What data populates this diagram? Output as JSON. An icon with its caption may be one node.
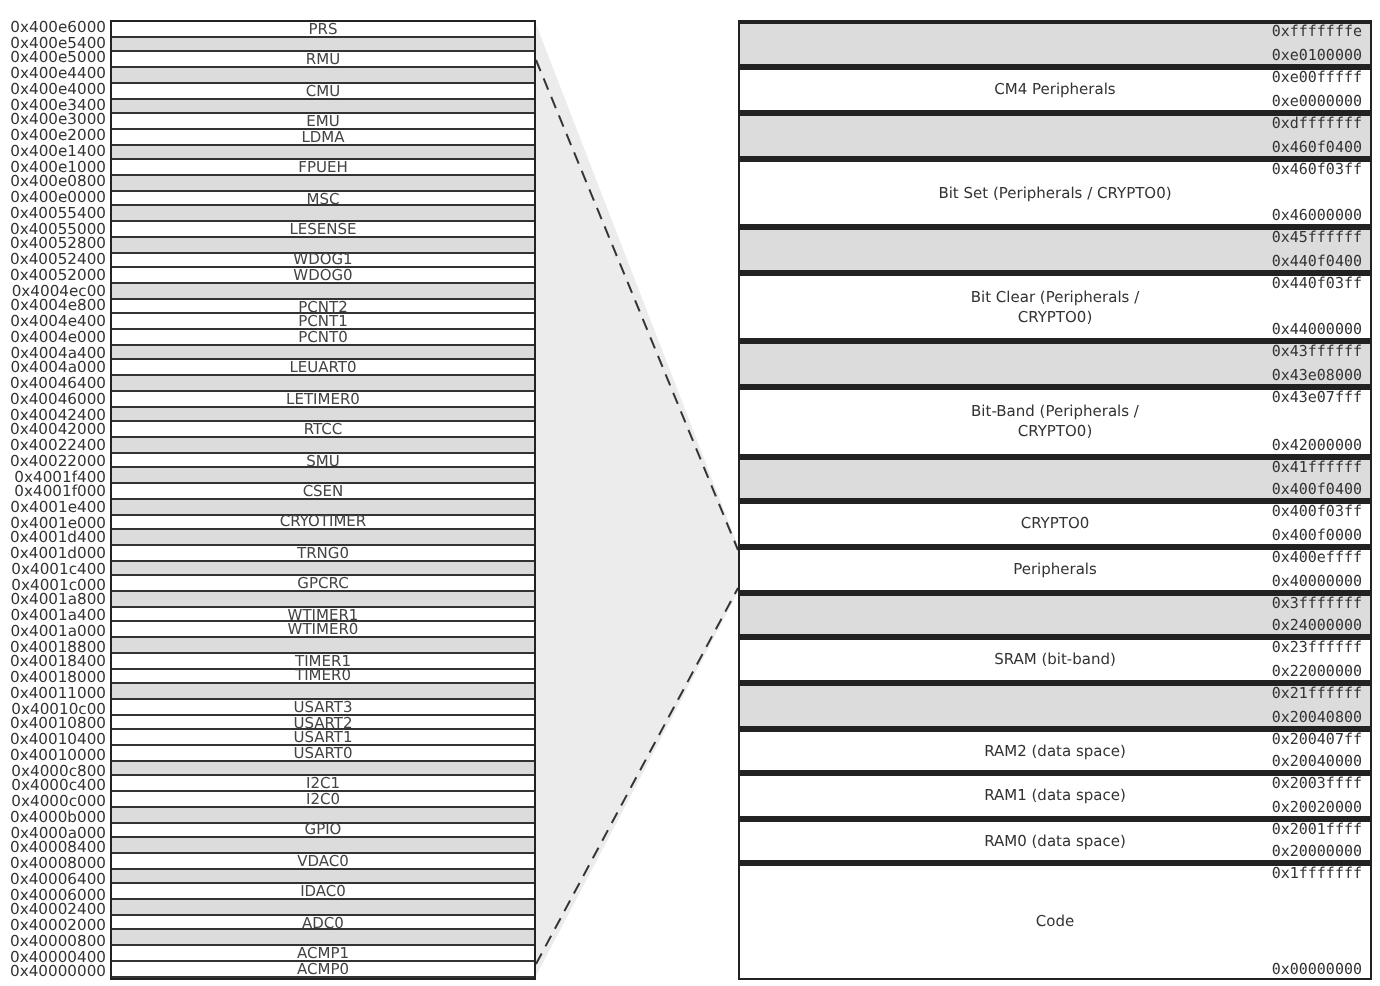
{
  "diagram": {
    "nodes": [
      {
        "text": [],
        "shape": "box"
      },
      {
        "text": [
          "PRS"
        ],
        "in": 0,
        "beside": [
          "0x400e6000"
        ]
      },
      {
        "text": [],
        "shape": "box",
        "in": 0,
        "beside": [
          "0x400e5400"
        ]
      },
      {
        "text": [
          "RMU"
        ],
        "in": 0,
        "beside": [
          "0x400e5000"
        ]
      },
      {
        "text": [],
        "shape": "box",
        "in": 0,
        "beside": [
          "0x400e4400"
        ]
      },
      {
        "text": [
          "CMU"
        ],
        "in": 0,
        "beside": [
          "0x400e4000"
        ]
      },
      {
        "text": [],
        "shape": "box",
        "in": 0,
        "beside": [
          "0x400e3400"
        ]
      },
      {
        "text": [
          "EMU"
        ],
        "in": 0,
        "beside": [
          "0x400e3000"
        ]
      },
      {
        "text": [
          "LDMA"
        ],
        "in": 0,
        "beside": [
          "0x400e2000"
        ]
      },
      {
        "text": [],
        "shape": "box",
        "in": 0,
        "beside": [
          "0x400e1400"
        ]
      },
      {
        "text": [
          "FPUEH"
        ],
        "in": 0,
        "beside": [
          "0x400e1000"
        ]
      },
      {
        "text": [],
        "shape": "box",
        "in": 0,
        "beside": [
          "0x400e0800"
        ]
      },
      {
        "text": [
          "MSC"
        ],
        "in": 0,
        "beside": [
          "0x400e0000"
        ]
      },
      {
        "text": [],
        "shape": "box",
        "in": 0,
        "beside": [
          "0x40055400"
        ]
      },
      {
        "text": [
          "LESENSE"
        ],
        "in": 0,
        "beside": [
          "0x40055000"
        ]
      },
      {
        "text": [],
        "shape": "box",
        "in": 0,
        "beside": [
          "0x40052800"
        ]
      },
      {
        "text": [
          "WDOG1"
        ],
        "in": 0,
        "beside": [
          "0x40052400"
        ]
      },
      {
        "text": [
          "WDOG0"
        ],
        "in": 0,
        "beside": [
          "0x40052000"
        ]
      },
      {
        "text": [],
        "shape": "box",
        "in": 0,
        "beside": [
          "0x4004ec00"
        ]
      },
      {
        "text": [
          "PCNT2"
        ],
        "in": 0,
        "beside": [
          "0x4004e800"
        ]
      },
      {
        "text": [
          "PCNT1"
        ],
        "in": 0,
        "beside": [
          "0x4004e400"
        ]
      },
      {
        "text": [
          "PCNT0"
        ],
        "in": 0,
        "beside": [
          "0x4004e000"
        ]
      },
      {
        "text": [],
        "shape": "box",
        "in": 0,
        "beside": [
          "0x4004a400"
        ]
      },
      {
        "text": [
          "LEUART0"
        ],
        "in": 0,
        "beside": [
          "0x4004a000"
        ]
      },
      {
        "text": [],
        "shape": "box",
        "in": 0,
        "beside": [
          "0x40046400"
        ]
      },
      {
        "text": [
          "LETIMER0"
        ],
        "in": 0,
        "beside": [
          "0x40046000"
        ]
      },
      {
        "text": [],
        "shape": "box",
        "in": 0,
        "beside": [
          "0x40042400"
        ]
      },
      {
        "text": [
          "RTCC"
        ],
        "in": 0,
        "beside": [
          "0x40042000"
        ]
      },
      {
        "text": [],
        "shape": "box",
        "in": 0,
        "beside": [
          "0x40022400"
        ]
      },
      {
        "text": [
          "SMU"
        ],
        "in": 0,
        "beside": [
          "0x40022000"
        ]
      },
      {
        "text": [],
        "shape": "box",
        "in": 0,
        "beside": [
          "0x4001f400"
        ]
      },
      {
        "text": [
          "CSEN"
        ],
        "in": 0,
        "beside": [
          "0x4001f000"
        ]
      },
      {
        "text": [],
        "shape": "box",
        "in": 0,
        "beside": [
          "0x4001e400"
        ]
      },
      {
        "text": [
          "CRYOTIMER"
        ],
        "in": 0,
        "beside": [
          "0x4001e000"
        ]
      },
      {
        "text": [],
        "shape": "box",
        "in": 0,
        "beside": [
          "0x4001d400"
        ]
      },
      {
        "text": [
          "TRNG0"
        ],
        "in": 0,
        "beside": [
          "0x4001d000"
        ]
      },
      {
        "text": [],
        "shape": "box",
        "in": 0,
        "beside": [
          "0x4001c400"
        ]
      },
      {
        "text": [
          "GPCRC"
        ],
        "in": 0,
        "beside": [
          "0x4001c000"
        ]
      },
      {
        "text": [],
        "shape": "box",
        "in": 0,
        "beside": [
          "0x4001a800"
        ]
      },
      {
        "text": [
          "WTIMER1"
        ],
        "in": 0,
        "beside": [
          "0x4001a400"
        ]
      },
      {
        "text": [
          "WTIMER0"
        ],
        "in": 0,
        "beside": [
          "0x4001a000"
        ]
      },
      {
        "text": [],
        "shape": "box",
        "in": 0,
        "beside": [
          "0x40018800"
        ]
      },
      {
        "text": [
          "TIMER1"
        ],
        "in": 0,
        "beside": [
          "0x40018400"
        ]
      },
      {
        "text": [
          "TIMER0"
        ],
        "in": 0,
        "beside": [
          "0x40018000"
        ]
      },
      {
        "text": [],
        "shape": "box",
        "in": 0,
        "beside": [
          "0x40011000"
        ]
      },
      {
        "text": [
          "USART3"
        ],
        "in": 0,
        "beside": [
          "0x40010c00"
        ]
      },
      {
        "text": [
          "USART2"
        ],
        "in": 0,
        "beside": [
          "0x40010800"
        ]
      },
      {
        "text": [
          "USART1"
        ],
        "in": 0,
        "beside": [
          "0x40010400"
        ]
      },
      {
        "text": [
          "USART0"
        ],
        "in": 0,
        "beside": [
          "0x40010000"
        ]
      },
      {
        "text": [],
        "shape": "box",
        "in": 0,
        "beside": [
          "0x4000c800"
        ]
      },
      {
        "text": [
          "I2C1"
        ],
        "in": 0,
        "beside": [
          "0x4000c400"
        ]
      },
      {
        "text": [
          "I2C0"
        ],
        "in": 0,
        "beside": [
          "0x4000c000"
        ]
      },
      {
        "text": [],
        "shape": "box",
        "in": 0,
        "beside": [
          "0x4000b000"
        ]
      },
      {
        "text": [
          "GPIO"
        ],
        "in": 0,
        "beside": [
          "0x4000a000"
        ]
      },
      {
        "text": [],
        "shape": "box",
        "in": 0,
        "beside": [
          "0x40008400"
        ]
      },
      {
        "text": [
          "VDAC0"
        ],
        "in": 0,
        "beside": [
          "0x40008000"
        ]
      },
      {
        "text": [],
        "shape": "box",
        "in": 0,
        "beside": [
          "0x40006400"
        ]
      },
      {
        "text": [
          "IDAC0"
        ],
        "in": 0,
        "beside": [
          "0x40006000"
        ]
      },
      {
        "text": [],
        "shape": "box",
        "in": 0,
        "beside": [
          "0x40002400"
        ]
      },
      {
        "text": [
          "ADC0"
        ],
        "in": 0,
        "beside": [
          "0x40002000"
        ]
      },
      {
        "text": [],
        "shape": "box",
        "in": 0,
        "beside": [
          "0x40000800"
        ]
      },
      {
        "text": [
          "ACMP1"
        ],
        "in": 0,
        "beside": [
          "0x40000400"
        ]
      },
      {
        "text": [
          "ACMP0"
        ],
        "in": 0,
        "beside": [
          "0x40000000"
        ]
      },
      {
        "text": [
          "0xfffffffe",
          "0xe0100000"
        ]
      },
      {
        "text": [
          "CM4 Peripherals",
          "0xe00fffff",
          "0xe0000000"
        ]
      },
      {
        "text": [
          "0xdfffffff",
          "0x460f0400"
        ]
      },
      {
        "text": [
          "Bit Set (Peripherals / CRYPTO0)",
          "0x460f03ff",
          "0x46000000"
        ]
      },
      {
        "text": [
          "0x45ffffff",
          "0x440f0400"
        ]
      },
      {
        "text": [
          "Bit Clear (Peripherals / CRYPTO0)",
          "0x440f03ff",
          "0x44000000"
        ]
      },
      {
        "text": [
          "0x43ffffff",
          "0x43e08000"
        ]
      },
      {
        "text": [
          "Bit-Band (Peripherals / CRYPTO0)",
          "0x43e07fff",
          "0x42000000"
        ]
      },
      {
        "text": [
          "0x41ffffff",
          "0x400f0400"
        ]
      },
      {
        "text": [
          "CRYPTO0",
          "0x400f03ff",
          "0x400f0000"
        ]
      },
      {
        "text": [
          "Peripherals",
          "0x400effff",
          "0x40000000"
        ]
      },
      {
        "text": [
          "0x3fffffff",
          "0x24000000"
        ]
      },
      {
        "text": [
          "SRAM (bit-band)",
          "0x23ffffff",
          "0x22000000"
        ]
      },
      {
        "text": [
          "0x21ffffff",
          "0x20040800"
        ]
      },
      {
        "text": [
          "RAM2 (data space)",
          "0x200407ff",
          "0x20040000"
        ]
      },
      {
        "text": [
          "RAM1 (data space)",
          "0x2003ffff",
          "0x20020000"
        ]
      },
      {
        "text": [
          "RAM0 (data space)",
          "0x2001ffff",
          "0x20000000"
        ]
      },
      {
        "text": [
          "Code",
          "0x1fffffff",
          "0x00000000"
        ]
      }
    ],
    "edges": [
      {
        "from": 0,
        "to": 73,
        "arrow": "none",
        "style": "dashed"
      },
      {
        "from": 0,
        "to": 73,
        "arrow": "none",
        "style": "dashed"
      }
    ]
  }
}
